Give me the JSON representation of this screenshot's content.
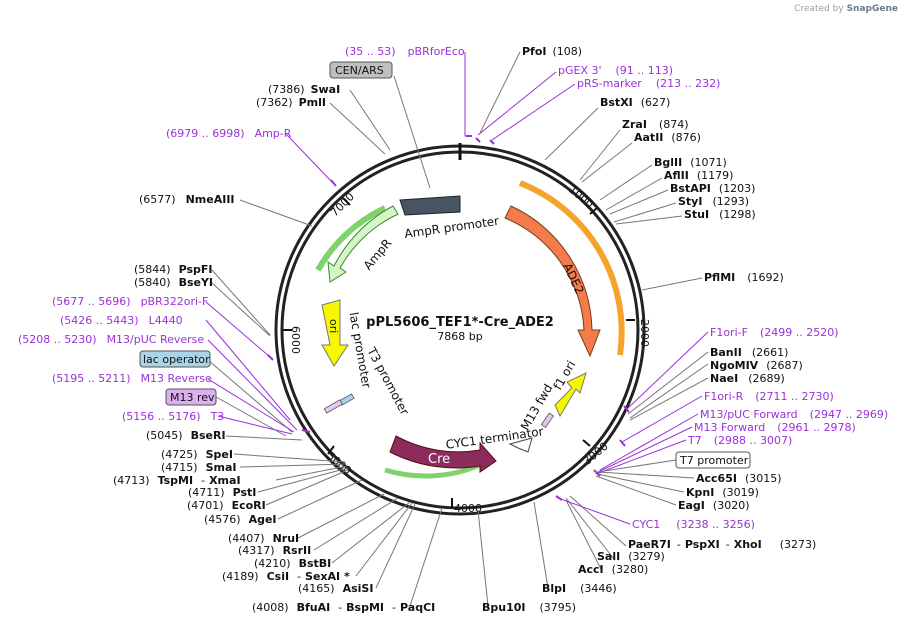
{
  "credit": {
    "prefix": "Created by",
    "brand": "SnapGene"
  },
  "map": {
    "name": "pPL5606_TEF1*-Cre_ADE2",
    "size": "7868 bp",
    "ticks": [
      "1000",
      "2000",
      "3000",
      "4000",
      "5000",
      "6000",
      "7000"
    ]
  },
  "features": {
    "ampr_promoter": "AmpR promoter",
    "ampr": "AmpR",
    "ade2": "ADE2",
    "ori": "ori",
    "lac_promoter": "lac promoter",
    "t3_promoter": "T3 promoter",
    "m13_fwd": "M13 fwd",
    "f1_ori": "f1 ori",
    "cyc1_terminator": "CYC1 terminator",
    "cre": "Cre"
  },
  "boxed": {
    "cen_ars": "CEN/ARS",
    "lac_operator": "lac operator",
    "m13_rev": "M13 rev",
    "t7_promoter": "T7 promoter"
  },
  "primers": [
    {
      "pos": "(35 .. 53)",
      "name": "pBRforEco"
    },
    {
      "name": "pGEX 3'",
      "pos": "(91 .. 113)"
    },
    {
      "name": "pRS-marker",
      "pos": "(213 .. 232)"
    },
    {
      "pos": "(6979 .. 6998)",
      "name": "Amp-R"
    },
    {
      "pos": "(5677 .. 5696)",
      "name": "pBR322ori-F"
    },
    {
      "pos": "(5426 .. 5443)",
      "name": "L4440"
    },
    {
      "pos": "(5208 .. 5230)",
      "name": "M13/pUC Reverse"
    },
    {
      "pos": "(5195 .. 5211)",
      "name": "M13 Reverse"
    },
    {
      "pos": "(5156 .. 5176)",
      "name": "T3"
    },
    {
      "name": "F1ori-F",
      "pos": "(2499 .. 2520)"
    },
    {
      "name": "F1ori-R",
      "pos": "(2711 .. 2730)"
    },
    {
      "name": "M13/pUC Forward",
      "pos": "(2947 .. 2969)"
    },
    {
      "name": "M13 Forward",
      "pos": "(2961 .. 2978)"
    },
    {
      "name": "T7",
      "pos": "(2988 .. 3007)"
    },
    {
      "name": "CYC1",
      "pos": "(3238 .. 3256)"
    }
  ],
  "sites_right": [
    {
      "name": "PfoI",
      "pos": "(108)"
    },
    {
      "name": "BstXI",
      "pos": "(627)"
    },
    {
      "name": "ZraI",
      "pos": "(874)"
    },
    {
      "name": "AatII",
      "pos": "(876)"
    },
    {
      "name": "BglII",
      "pos": "(1071)"
    },
    {
      "name": "AflII",
      "pos": "(1179)"
    },
    {
      "name": "BstAPI",
      "pos": "(1203)"
    },
    {
      "name": "StyI",
      "pos": "(1293)"
    },
    {
      "name": "StuI",
      "pos": "(1298)"
    },
    {
      "name": "PflMI",
      "pos": "(1692)"
    },
    {
      "name": "BanII",
      "pos": "(2661)"
    },
    {
      "name": "NgoMIV",
      "pos": "(2687)"
    },
    {
      "name": "NaeI",
      "pos": "(2689)"
    },
    {
      "name": "Acc65I",
      "pos": "(3015)"
    },
    {
      "name": "KpnI",
      "pos": "(3019)"
    },
    {
      "name": "EagI",
      "pos": "(3020)"
    },
    {
      "name": "PspXI",
      "pos": "(3273)"
    },
    {
      "name": "XhoI",
      "pos": ""
    },
    {
      "name": "PaeR7I",
      "pos": ""
    },
    {
      "name": "SalI",
      "pos": "(3279)"
    },
    {
      "name": "AccI",
      "pos": "(3280)"
    },
    {
      "name": "BlpI",
      "pos": "(3446)"
    },
    {
      "name": "Bpu10I",
      "pos": "(3795)"
    }
  ],
  "sites_left": [
    {
      "pos": "(7386)",
      "name": "SwaI"
    },
    {
      "pos": "(7362)",
      "name": "PmlI"
    },
    {
      "pos": "(6577)",
      "name": "NmeAIII"
    },
    {
      "pos": "(5844)",
      "name": "PspFI"
    },
    {
      "pos": "(5840)",
      "name": "BseYI"
    },
    {
      "pos": "(5045)",
      "name": "BseRI"
    },
    {
      "pos": "(4725)",
      "name": "SpeI"
    },
    {
      "pos": "(4715)",
      "name": "SmaI"
    },
    {
      "pos": "(4713)",
      "name": "TspMI"
    },
    {
      "pos": "",
      "name": "XmaI"
    },
    {
      "pos": "(4711)",
      "name": "PstI"
    },
    {
      "pos": "(4701)",
      "name": "EcoRI"
    },
    {
      "pos": "(4576)",
      "name": "AgeI"
    },
    {
      "pos": "(4407)",
      "name": "NruI"
    },
    {
      "pos": "(4317)",
      "name": "RsrII"
    },
    {
      "pos": "(4210)",
      "name": "BstBI"
    },
    {
      "pos": "(4189)",
      "name": "CsiI"
    },
    {
      "pos": "",
      "name": "SexAI *"
    },
    {
      "pos": "(4165)",
      "name": "AsiSI"
    },
    {
      "pos": "(4008)",
      "name": "BfuAI"
    },
    {
      "pos": "",
      "name": "BspMI"
    },
    {
      "pos": "",
      "name": "PaqCI"
    }
  ]
}
